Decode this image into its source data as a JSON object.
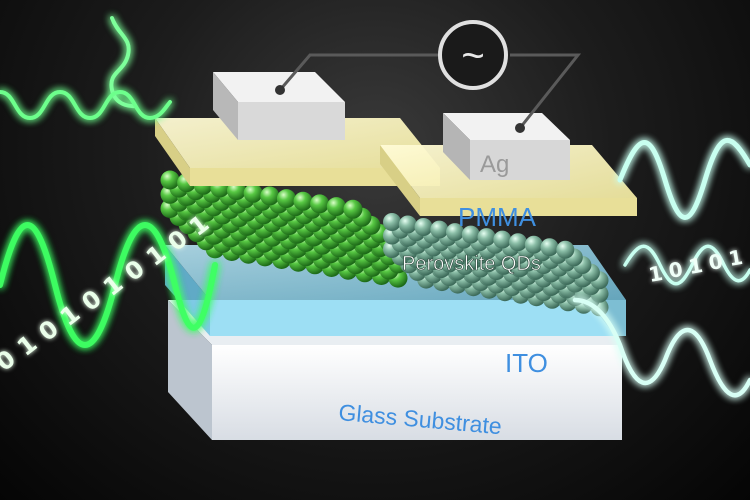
{
  "labels": {
    "ag": "Ag",
    "pmma": "PMMA",
    "qds": "Perovskite QDs",
    "ito": "ITO",
    "glass": "Glass Substrate",
    "source": "~"
  },
  "binary": {
    "left": [
      "0",
      "1",
      "0",
      "1",
      "0",
      "1",
      "0",
      "1",
      "0",
      "1"
    ],
    "right": [
      "1",
      "0",
      "1",
      "0",
      "1"
    ]
  },
  "colors": {
    "glow_green": "#7dff9a",
    "glow_cyan": "#c8fff0",
    "qd_green": "#3fb833",
    "qd_teal": "#7fb59f",
    "label_blue": "#3f8fe0",
    "pmma_yellow": "#f6f1b8"
  }
}
